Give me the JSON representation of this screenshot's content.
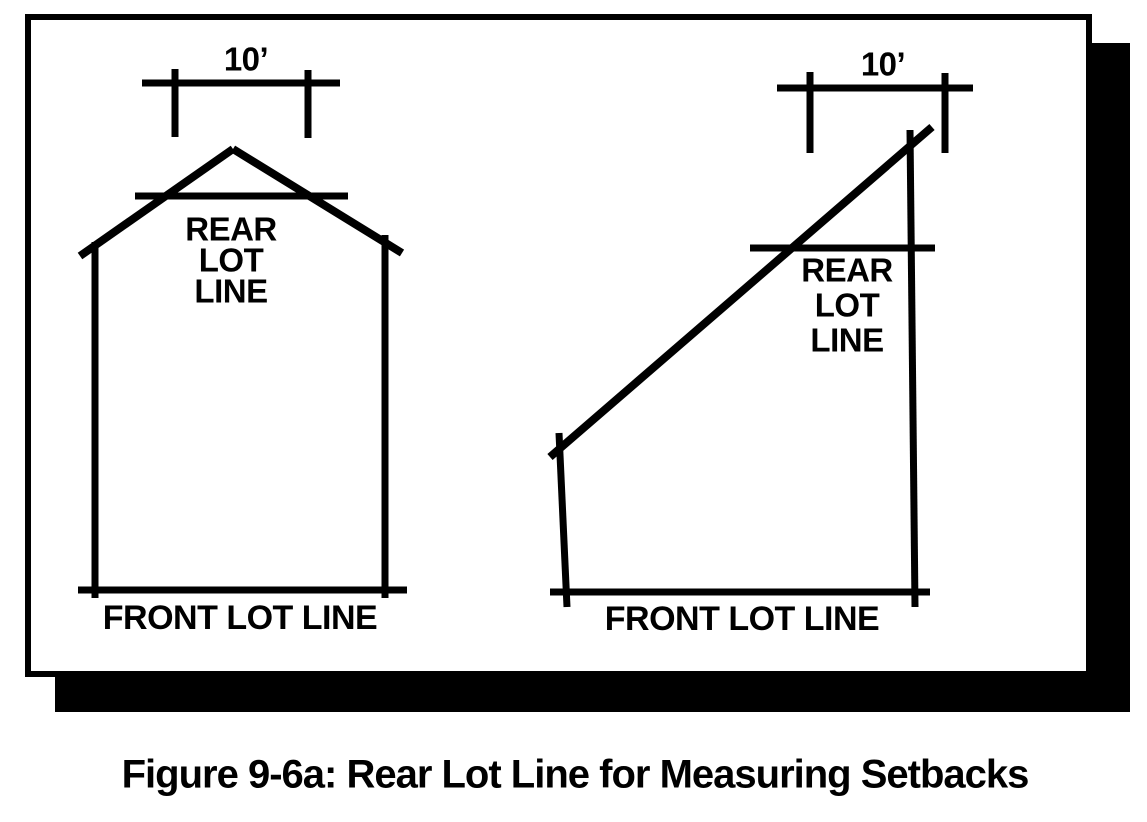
{
  "colors": {
    "ink": "#000000",
    "paper": "#ffffff"
  },
  "caption": "Figure 9-6a: Rear Lot Line for Measuring Setbacks",
  "left_lot": {
    "dimension": "10’",
    "rear_label": "REAR\nLOT\nLINE",
    "front_label": "FRONT LOT LINE"
  },
  "right_lot": {
    "dimension": "10’",
    "rear_label": "REAR\nLOT\nLINE",
    "front_label": "FRONT LOT LINE"
  }
}
